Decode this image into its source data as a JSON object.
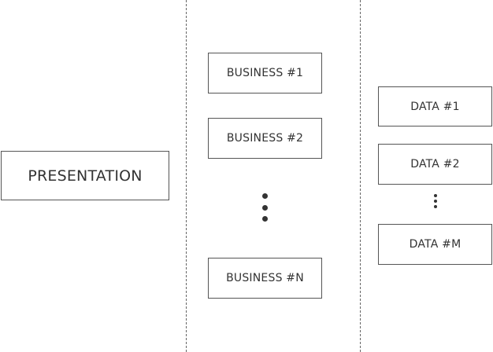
{
  "diagram": {
    "layers": {
      "presentation": {
        "boxes": [
          {
            "label": "PRESENTATION"
          }
        ]
      },
      "business": {
        "boxes": [
          {
            "label": "BUSINESS #1"
          },
          {
            "label": "BUSINESS #2"
          },
          {
            "label": "BUSINESS #N"
          }
        ]
      },
      "data": {
        "boxes": [
          {
            "label": "DATA #1"
          },
          {
            "label": "DATA #2"
          },
          {
            "label": "DATA #M"
          }
        ]
      }
    },
    "colors": {
      "box_border": "#555555",
      "text": "#333333",
      "divider": "#666666"
    }
  }
}
